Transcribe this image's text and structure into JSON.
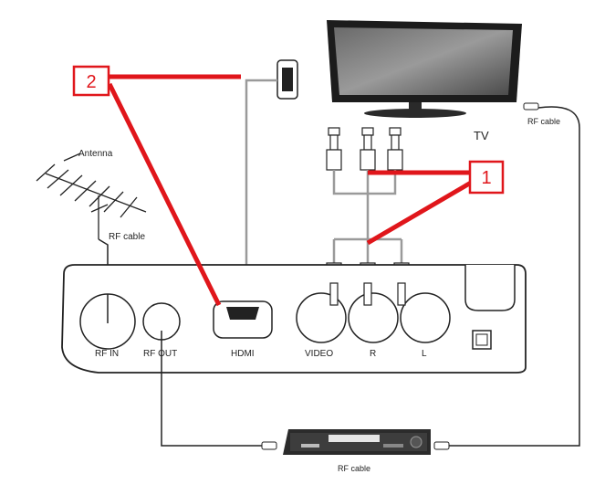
{
  "labels": {
    "antenna": "Antenna",
    "rf_cable_antenna": "RF cable",
    "tv": "TV",
    "rf_cable_tv": "RF cable",
    "rf_cable_bottom": "RF cable",
    "rf_in": "RF IN",
    "rf_out": "RF OUT",
    "hdmi": "HDMI",
    "video": "VIDEO",
    "r": "R",
    "l": "L"
  },
  "callouts": [
    {
      "number": "1"
    },
    {
      "number": "2"
    }
  ],
  "colors": {
    "callout": "#e0161b",
    "outline": "#222222",
    "cable_grey": "#9a9a9a",
    "tv_bezel": "#1c1c1c"
  }
}
